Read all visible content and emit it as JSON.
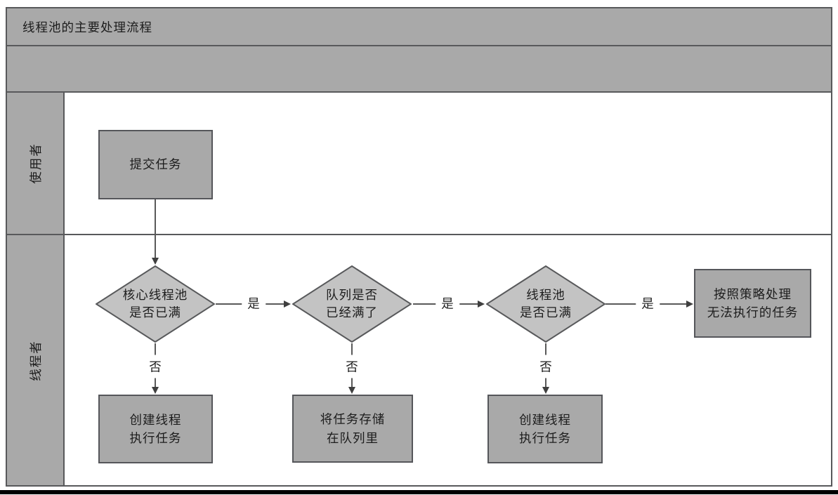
{
  "title": "线程池的主要处理流程",
  "lanes": {
    "user": "使用者",
    "pool": "线程者"
  },
  "nodes": {
    "submit": {
      "label": "提交任务"
    },
    "decision_core_pool": {
      "line1": "核心线程池",
      "line2": "是否已满"
    },
    "decision_queue": {
      "line1": "队列是否",
      "line2": "已经满了"
    },
    "decision_pool": {
      "line1": "线程池",
      "line2": "是否已满"
    },
    "reject_policy": {
      "line1": "按照策略处理",
      "line2": "无法执行的任务"
    },
    "create_thread_1": {
      "line1": "创建线程",
      "line2": "执行任务"
    },
    "store_in_queue": {
      "line1": "将任务存储",
      "line2": "在队列里"
    },
    "create_thread_2": {
      "line1": "创建线程",
      "line2": "执行任务"
    }
  },
  "edge_labels": {
    "yes1": "是",
    "yes2": "是",
    "yes3": "是",
    "no1": "否",
    "no2": "否",
    "no3": "否"
  },
  "colors": {
    "panel_gray": "#a9a9a9",
    "diamond_gray": "#c3c3c3",
    "border_dark": "#58595b",
    "line": "#595959",
    "text": "#1c1c1c",
    "bottom_rule": "#000000"
  }
}
